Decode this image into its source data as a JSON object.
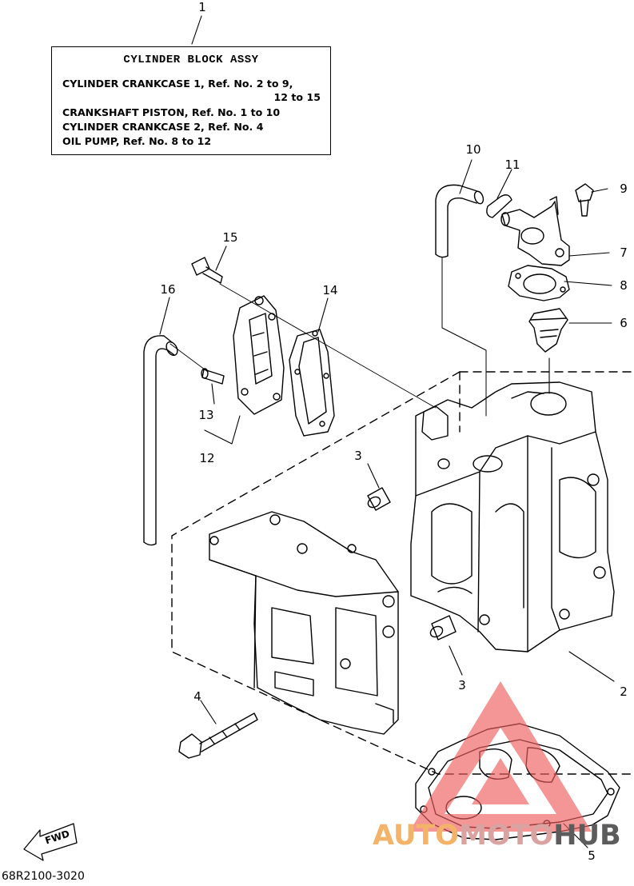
{
  "kit_box": {
    "title": "CYLINDER BLOCK ASSY",
    "lines": [
      "CYLINDER CRANKCASE 1, Ref. No. 2 to 9,",
      "12 to 15",
      "CRANKSHAFT PISTON, Ref. No. 1 to 10",
      "CYLINDER CRANKCASE 2, Ref. No. 4",
      "OIL PUMP, Ref. No. 8 to 12"
    ]
  },
  "callouts": {
    "c1": "1",
    "c2": "2",
    "c3a": "3",
    "c3b": "3",
    "c4": "4",
    "c5": "5",
    "c6": "6",
    "c7": "7",
    "c8": "8",
    "c9": "9",
    "c10": "10",
    "c11": "11",
    "c12": "12",
    "c13": "13",
    "c14": "14",
    "c15": "15",
    "c16": "16"
  },
  "fwd_label": "FWD",
  "drawing_code": "68R2100-3020",
  "watermark": {
    "part1": "AUTO",
    "part2": "MOTO",
    "part3": "HUB",
    "colors": {
      "orange": "#f3b46a",
      "pink": "#e8a8a8",
      "red": "#ee5e5e",
      "gray": "#5c5c5c"
    }
  }
}
